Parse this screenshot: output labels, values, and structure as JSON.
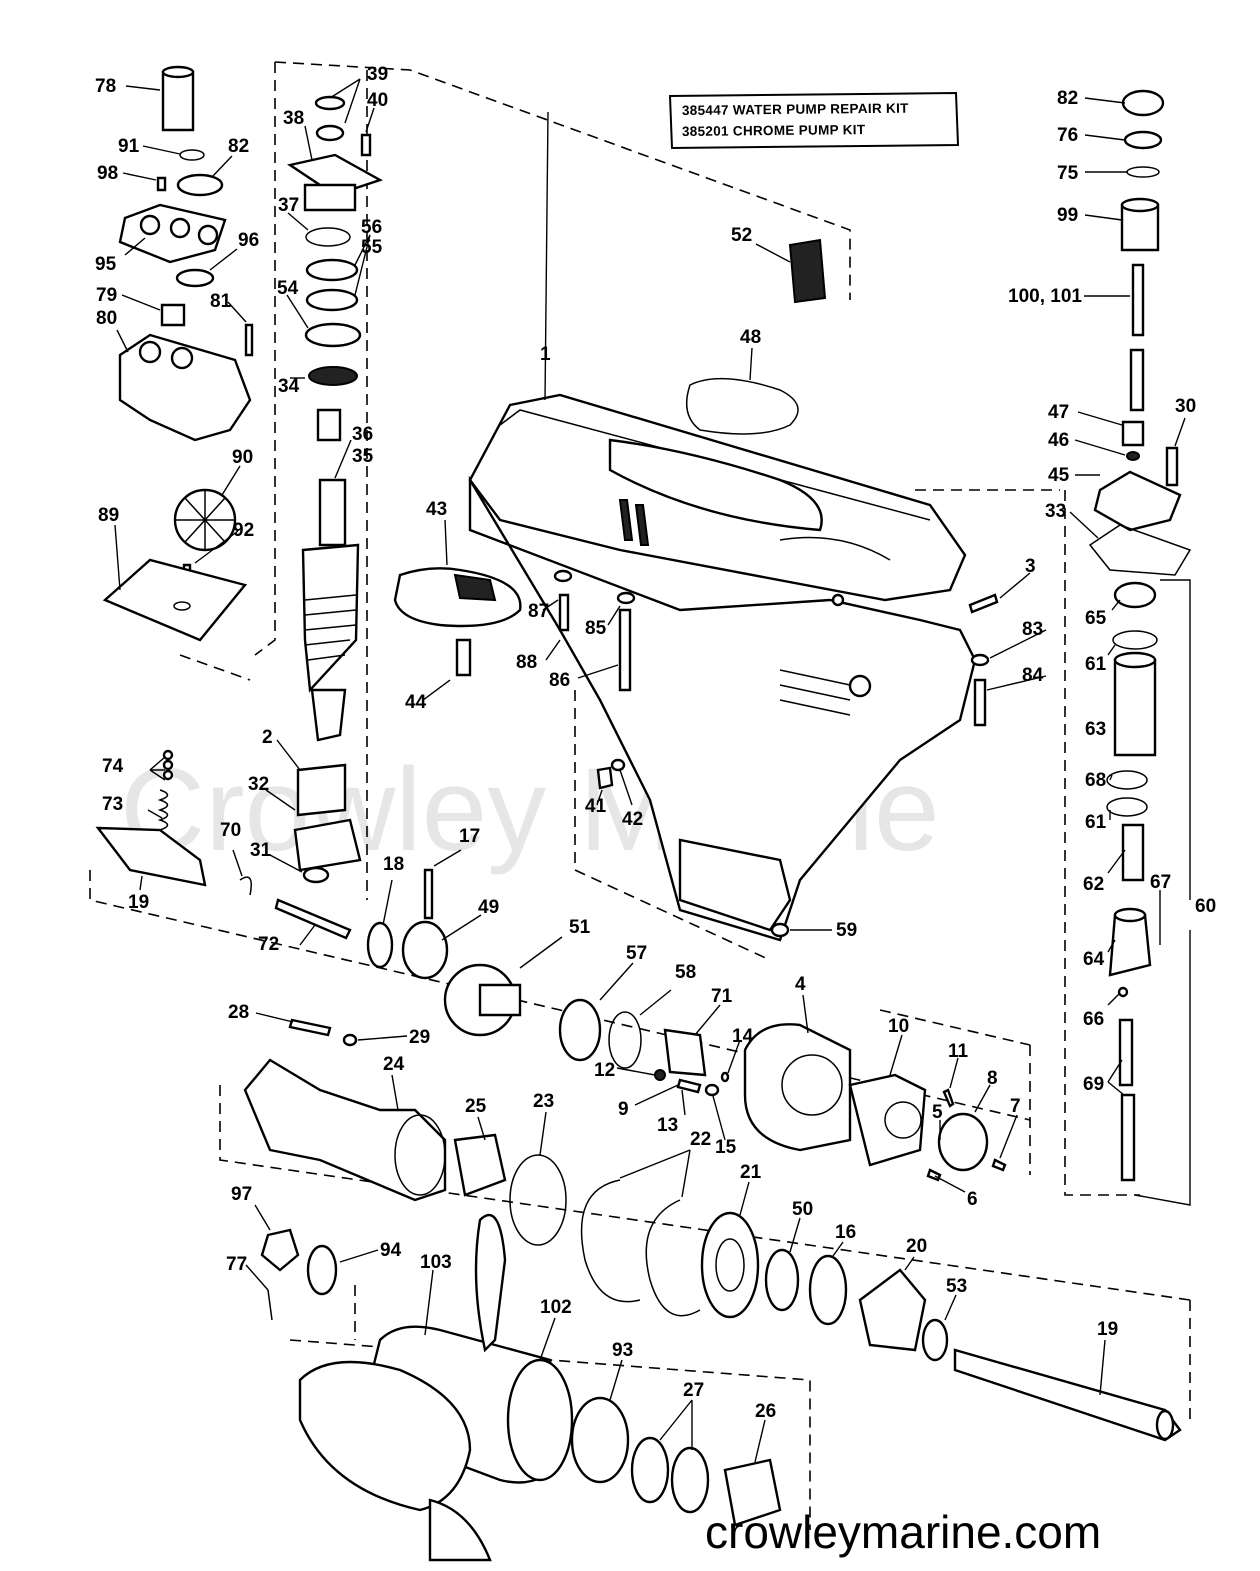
{
  "kit_box": {
    "line1": "385447 WATER PUMP REPAIR KIT",
    "line2": "385201 CHROME PUMP KIT"
  },
  "watermark": "Crowley Marine",
  "website": "crowleymarine.com",
  "callouts": {
    "p1": "1",
    "p2": "2",
    "p3": "3",
    "p4": "4",
    "p5": "5",
    "p6": "6",
    "p7": "7",
    "p8": "8",
    "p9": "9",
    "p10": "10",
    "p11": "11",
    "p12": "12",
    "p13": "13",
    "p14": "14",
    "p15": "15",
    "p16": "16",
    "p17": "17",
    "p18": "18",
    "p19a": "19",
    "p19b": "19",
    "p20": "20",
    "p21": "21",
    "p22": "22",
    "p23": "23",
    "p24": "24",
    "p25": "25",
    "p26": "26",
    "p27": "27",
    "p28": "28",
    "p29": "29",
    "p30": "30",
    "p31": "31",
    "p32": "32",
    "p33": "33",
    "p34": "34",
    "p35": "35",
    "p36": "36",
    "p37": "37",
    "p38": "38",
    "p39": "39",
    "p40": "40",
    "p41": "41",
    "p42": "42",
    "p43": "43",
    "p44": "44",
    "p45": "45",
    "p46": "46",
    "p47": "47",
    "p48": "48",
    "p49": "49",
    "p50": "50",
    "p51": "51",
    "p52": "52",
    "p53": "53",
    "p54": "54",
    "p55": "55",
    "p56": "56",
    "p57": "57",
    "p58": "58",
    "p59": "59",
    "p60": "60",
    "p61a": "61",
    "p61b": "61",
    "p62": "62",
    "p63": "63",
    "p64": "64",
    "p65": "65",
    "p66": "66",
    "p67": "67",
    "p68": "68",
    "p69": "69",
    "p70": "70",
    "p71": "71",
    "p72": "72",
    "p73": "73",
    "p74": "74",
    "p75": "75",
    "p76": "76",
    "p77": "77",
    "p78": "78",
    "p79": "79",
    "p80": "80",
    "p81": "81",
    "p82a": "82",
    "p82b": "82",
    "p83": "83",
    "p84": "84",
    "p85": "85",
    "p86": "86",
    "p87": "87",
    "p88": "88",
    "p89": "89",
    "p90": "90",
    "p91": "91",
    "p92": "92",
    "p93": "93",
    "p94": "94",
    "p95": "95",
    "p96": "96",
    "p97": "97",
    "p98": "98",
    "p99": "99",
    "p100": "100, 101",
    "p102": "102",
    "p103": "103"
  }
}
